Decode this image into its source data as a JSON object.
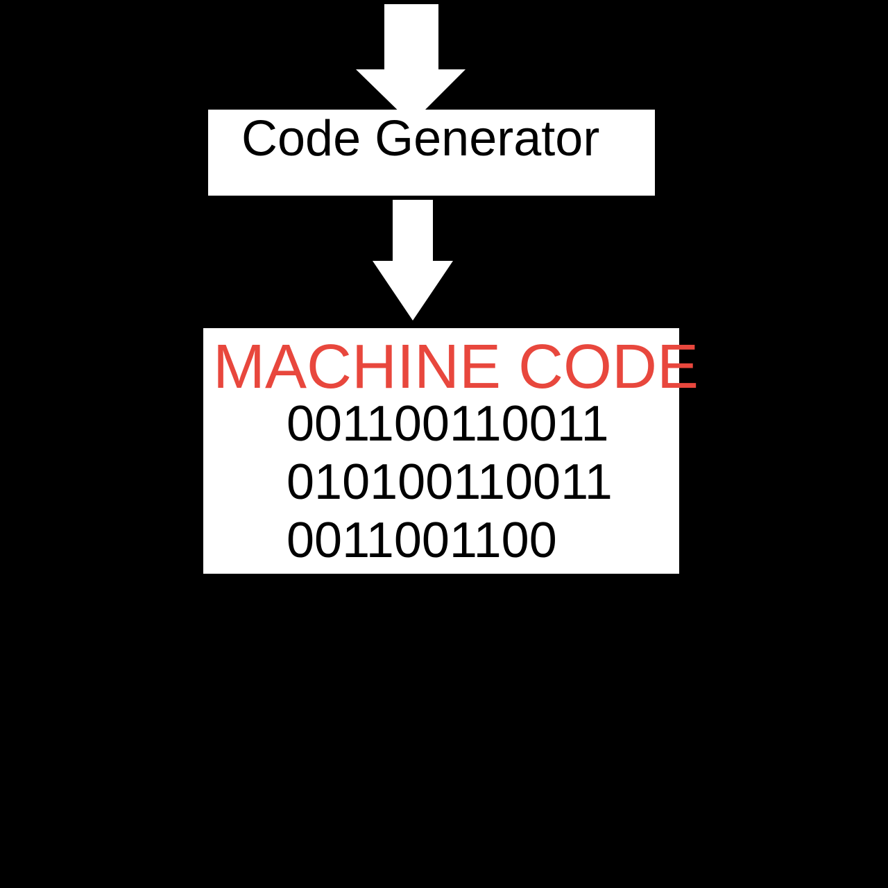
{
  "colors": {
    "background": "#000000",
    "box_fill": "#ffffff",
    "arrow_fill": "#ffffff",
    "title_accent": "#e8473d",
    "text": "#000000"
  },
  "generator": {
    "label": "Code Generator"
  },
  "machine_code": {
    "title": "MACHINE CODE",
    "lines": [
      "001100110011",
      "010100110011",
      "0011001100"
    ]
  }
}
